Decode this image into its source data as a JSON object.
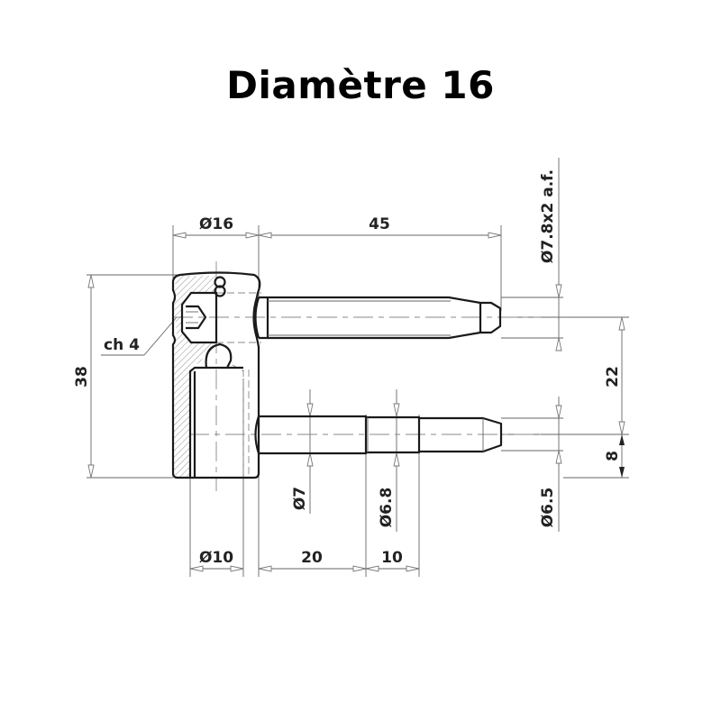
{
  "title": "Diamètre 16",
  "drawing": {
    "part": "hinge pin (two-pin body)",
    "dimensions": {
      "head_diameter": "Ø16",
      "upper_pin_length": "45",
      "upper_pin_flats": "Ø7.8x2 a.f.",
      "hex_socket": "ch 4",
      "overall_height": "38",
      "pin_spacing": "22",
      "lower_offset": "8",
      "lower_pin_d1": "Ø7",
      "lower_pin_d2": "Ø6.8",
      "lower_pin_d3": "Ø6.5",
      "bore_diameter": "Ø10",
      "lower_len1": "20",
      "lower_len2": "10"
    }
  },
  "colors": {
    "line": "#1a1a1a",
    "dim_line": "#666666",
    "hatch": "#777777",
    "background": "#ffffff"
  }
}
